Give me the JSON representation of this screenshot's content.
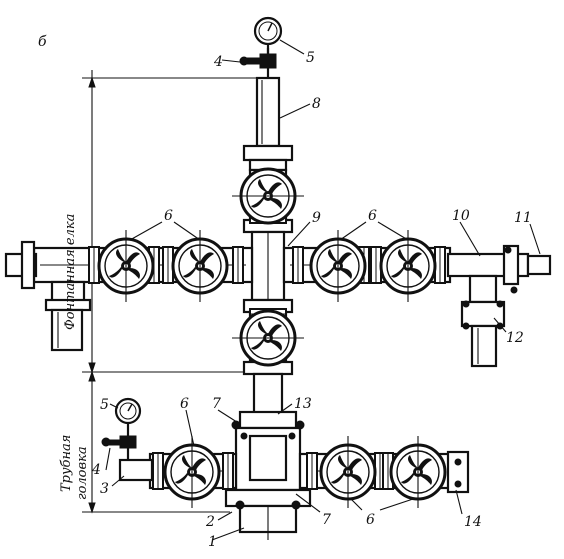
{
  "figure_letter": "б",
  "section_labels": {
    "upper": "Фонтанная елка",
    "lower_line1": "Трубная",
    "lower_line2": "головка"
  },
  "part_numbers": {
    "n1": "1",
    "n2": "2",
    "n3": "3",
    "n4_top": "4",
    "n4_low": "4",
    "n5_top": "5",
    "n5_low": "5",
    "n6_left": "6",
    "n6_right": "6",
    "n6_lowleft": "6",
    "n6_lowright": "6",
    "n7_left": "7",
    "n7_right": "7",
    "n8": "8",
    "n9": "9",
    "n10": "10",
    "n11": "11",
    "n12": "12",
    "n13": "13",
    "n14": "14"
  }
}
